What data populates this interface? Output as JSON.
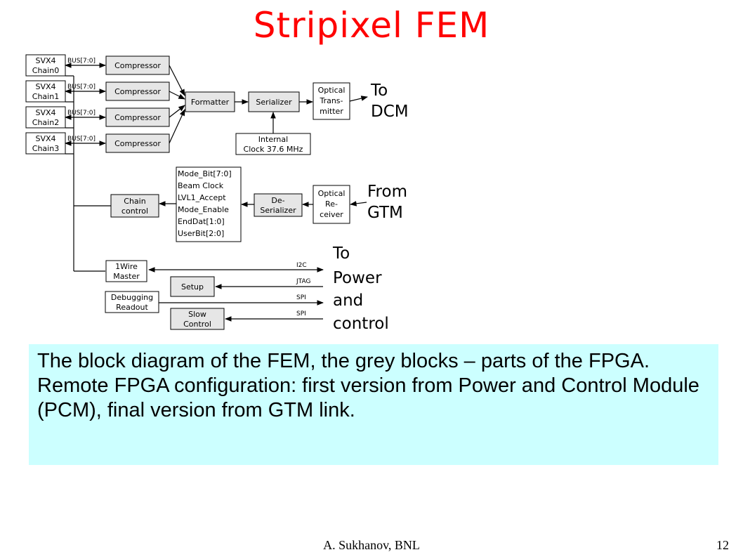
{
  "slide": {
    "title": "Stripixel FEM",
    "author": "A. Sukhanov, BNL",
    "page_number": "12"
  },
  "diagram": {
    "chains": [
      {
        "line1": "SVX4",
        "line2": "Chain0",
        "bus": "BUS[7:0]",
        "compressor": "Compressor"
      },
      {
        "line1": "SVX4",
        "line2": "Chain1",
        "bus": "BUS[7:0]",
        "compressor": "Compressor"
      },
      {
        "line1": "SVX4",
        "line2": "Chain2",
        "bus": "BUS[7:0]",
        "compressor": "Compressor"
      },
      {
        "line1": "SVX4",
        "line2": "Chain3",
        "bus": "BUS[7:0]",
        "compressor": "Compressor"
      }
    ],
    "formatter": "Formatter",
    "serializer": "Serializer",
    "optical_transmitter": [
      "Optical",
      "Trans-",
      "mitter"
    ],
    "internal_clock": [
      "Internal",
      "Clock 37.6 MHz"
    ],
    "to_dcm": [
      "To",
      "DCM"
    ],
    "signals": [
      "Mode_Bit[7:0]",
      "Beam Clock",
      "LVL1_Accept",
      "Mode_Enable",
      "EndDat[1:0]",
      "UserBit[2:0]"
    ],
    "chain_control": [
      "Chain",
      "control"
    ],
    "deserializer": [
      "De-",
      "Serializer"
    ],
    "optical_receiver": [
      "Optical",
      "Re-",
      "ceiver"
    ],
    "from_gtm": [
      "From",
      "GTM"
    ],
    "wire_master": [
      "1Wire",
      "Master"
    ],
    "setup": "Setup",
    "debugging_readout": [
      "Debugging",
      "Readout"
    ],
    "slow_control": [
      "Slow",
      "Control"
    ],
    "bus_labels": {
      "i2c": "I2C",
      "jtag": "JTAG",
      "spi1": "SPI",
      "spi2": "SPI"
    },
    "to_power": [
      "To",
      "Power",
      "and",
      "control"
    ]
  },
  "note": {
    "paragraph1": "The block diagram of the FEM, the grey blocks – parts of the FPGA.",
    "paragraph2": "Remote FPGA configuration: first version from Power and Control Module (PCM), final version from GTM link."
  }
}
